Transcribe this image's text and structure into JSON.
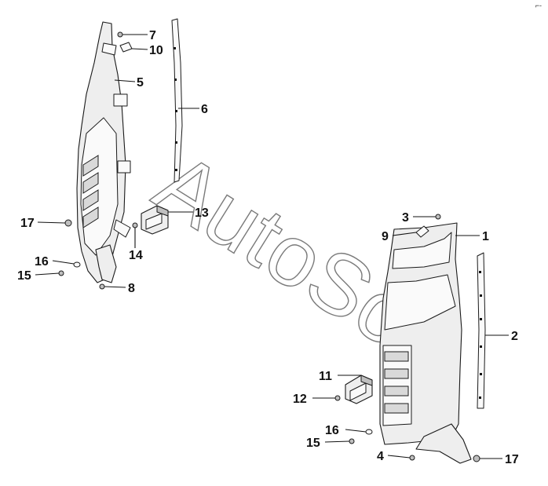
{
  "watermark": "AutoSoft",
  "corner_mark": "⌐-",
  "callouts": {
    "c7": "7",
    "c10": "10",
    "c5": "5",
    "c6": "6",
    "c17_left": "17",
    "c13": "13",
    "c14": "14",
    "c16_left": "16",
    "c15_left": "15",
    "c8": "8",
    "c3": "3",
    "c9": "9",
    "c1": "1",
    "c2": "2",
    "c11": "11",
    "c12": "12",
    "c16_right": "16",
    "c15_right": "15",
    "c4": "4",
    "c17_right": "17"
  }
}
